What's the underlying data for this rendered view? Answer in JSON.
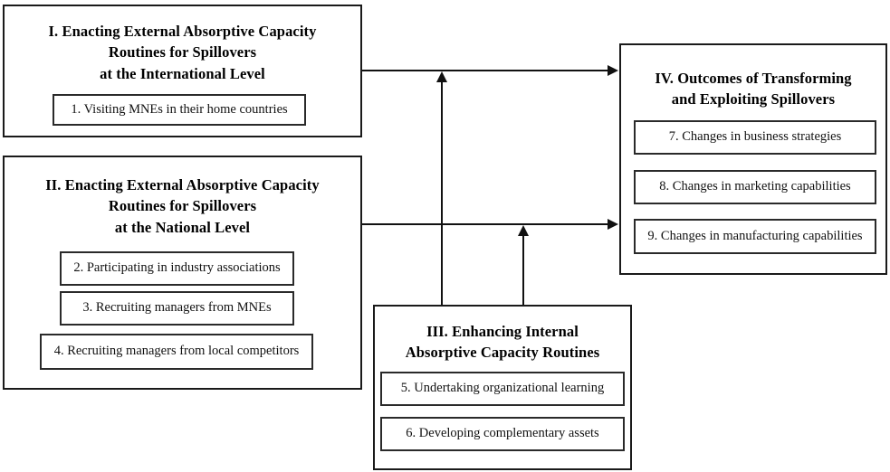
{
  "diagram": {
    "boxes": [
      {
        "id": "box-1",
        "title_lines": [
          "I. Enacting External Absorptive Capacity",
          "Routines for Spillovers",
          "at the International Level"
        ],
        "items": [
          "1. Visiting MNEs in their home countries"
        ]
      },
      {
        "id": "box-2",
        "title_lines": [
          "II. Enacting External Absorptive Capacity",
          "Routines for Spillovers",
          "at the National Level"
        ],
        "items": [
          "2. Participating in industry associations",
          "3. Recruiting managers from MNEs",
          "4. Recruiting managers from local competitors"
        ]
      },
      {
        "id": "box-3",
        "title_lines": [
          "III. Enhancing Internal",
          "Absorptive Capacity Routines"
        ],
        "items": [
          "5. Undertaking organizational learning",
          "6. Developing complementary assets"
        ]
      },
      {
        "id": "box-4",
        "title_lines": [
          "IV. Outcomes of Transforming",
          "and Exploiting Spillovers"
        ],
        "items": [
          "7. Changes in business strategies",
          "8. Changes in marketing capabilities",
          "9. Changes in manufacturing capabilities"
        ]
      }
    ],
    "colors": {
      "stroke": "#1a1a1a",
      "background": "#ffffff",
      "text": "#000000"
    }
  }
}
